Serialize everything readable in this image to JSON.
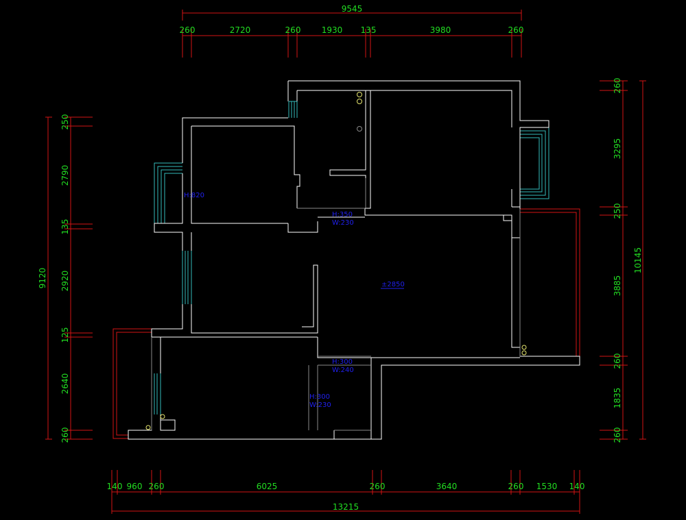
{
  "dimensions": {
    "top_total": "9545",
    "top_segments": [
      "260",
      "2720",
      "260",
      "1930",
      "135",
      "3980",
      "260"
    ],
    "bottom_total": "13215",
    "bottom_segments": [
      "140",
      "960",
      "260",
      "6025",
      "260",
      "3640",
      "260",
      "1530",
      "140"
    ],
    "left_total": "9120",
    "left_segments": [
      "250",
      "2790",
      "135",
      "2920",
      "125",
      "2640",
      "260"
    ],
    "right_total": "10145",
    "right_segments": [
      "260",
      "3295",
      "250",
      "3885",
      "260",
      "1835",
      "260"
    ]
  },
  "annotations": {
    "window_height_1": "H:820",
    "opening_1_h": "H:350",
    "opening_1_w": "W:230",
    "floor_level": "±2850",
    "opening_2_h": "H:300",
    "opening_2_w": "W:240",
    "opening_3_h": "H:300",
    "opening_3_w": "W:230"
  },
  "colors": {
    "background": "#000000",
    "dimension_line": "#d41414",
    "dimension_text": "#22dd22",
    "wall": "#ffffff",
    "window": "#33bbbb",
    "annotation": "#2020ee",
    "fixture": "#e8e870"
  }
}
